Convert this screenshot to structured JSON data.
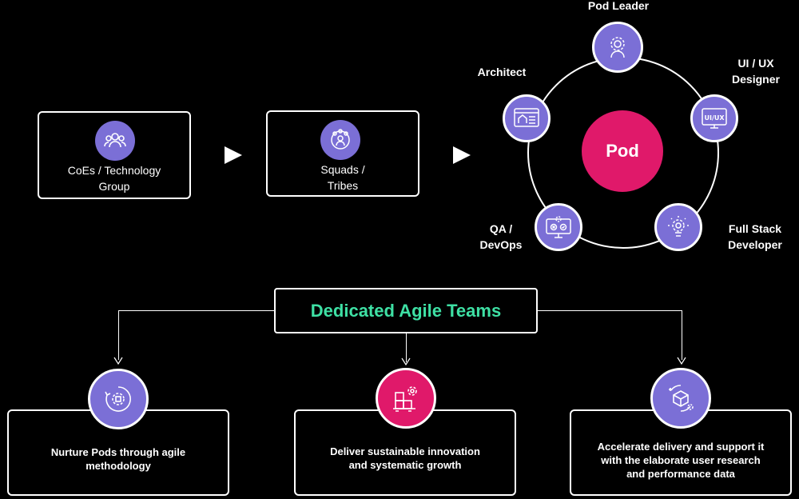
{
  "top_flow": {
    "box1": {
      "lines": [
        "CoEs / Technology",
        "Group"
      ],
      "icon": "group-icon"
    },
    "box2": {
      "lines": [
        "Squads /",
        "Tribes"
      ],
      "icon": "squad-icon"
    }
  },
  "pod": {
    "center_label": "Pod",
    "roles": {
      "pod_leader": {
        "lines": [
          "Pod Leader"
        ],
        "icon": "leader-icon"
      },
      "ui_ux": {
        "lines": [
          "UI / UX",
          "Designer"
        ],
        "icon": "ui-ux-icon",
        "icon_text": "UI/UX"
      },
      "full_stack": {
        "lines": [
          "Full Stack",
          "Developer"
        ],
        "icon": "lightbulb-gear-icon"
      },
      "qa_devops": {
        "lines": [
          "QA /",
          "DevOps"
        ],
        "icon": "monitor-check-icon"
      },
      "architect": {
        "lines": [
          "Architect"
        ],
        "icon": "blueprint-icon"
      }
    }
  },
  "agile": {
    "title": "Dedicated Agile Teams",
    "title_color": "#3ee0a4",
    "items": [
      {
        "lines": [
          "Nurture Pods through agile",
          "methodology"
        ],
        "icon": "agile-cycle-icon",
        "color": "#7b6fd6"
      },
      {
        "lines": [
          "Deliver sustainable innovation",
          "and systematic growth"
        ],
        "icon": "innovation-boxes-icon",
        "color": "#e0196a"
      },
      {
        "lines": [
          "Accelerate delivery and support it",
          "with the elaborate user research",
          "and performance data"
        ],
        "icon": "delivery-package-icon",
        "color": "#7b6fd6"
      }
    ]
  },
  "colors": {
    "purple": "#7b6fd6",
    "pink": "#e0196a",
    "background": "#000000"
  }
}
